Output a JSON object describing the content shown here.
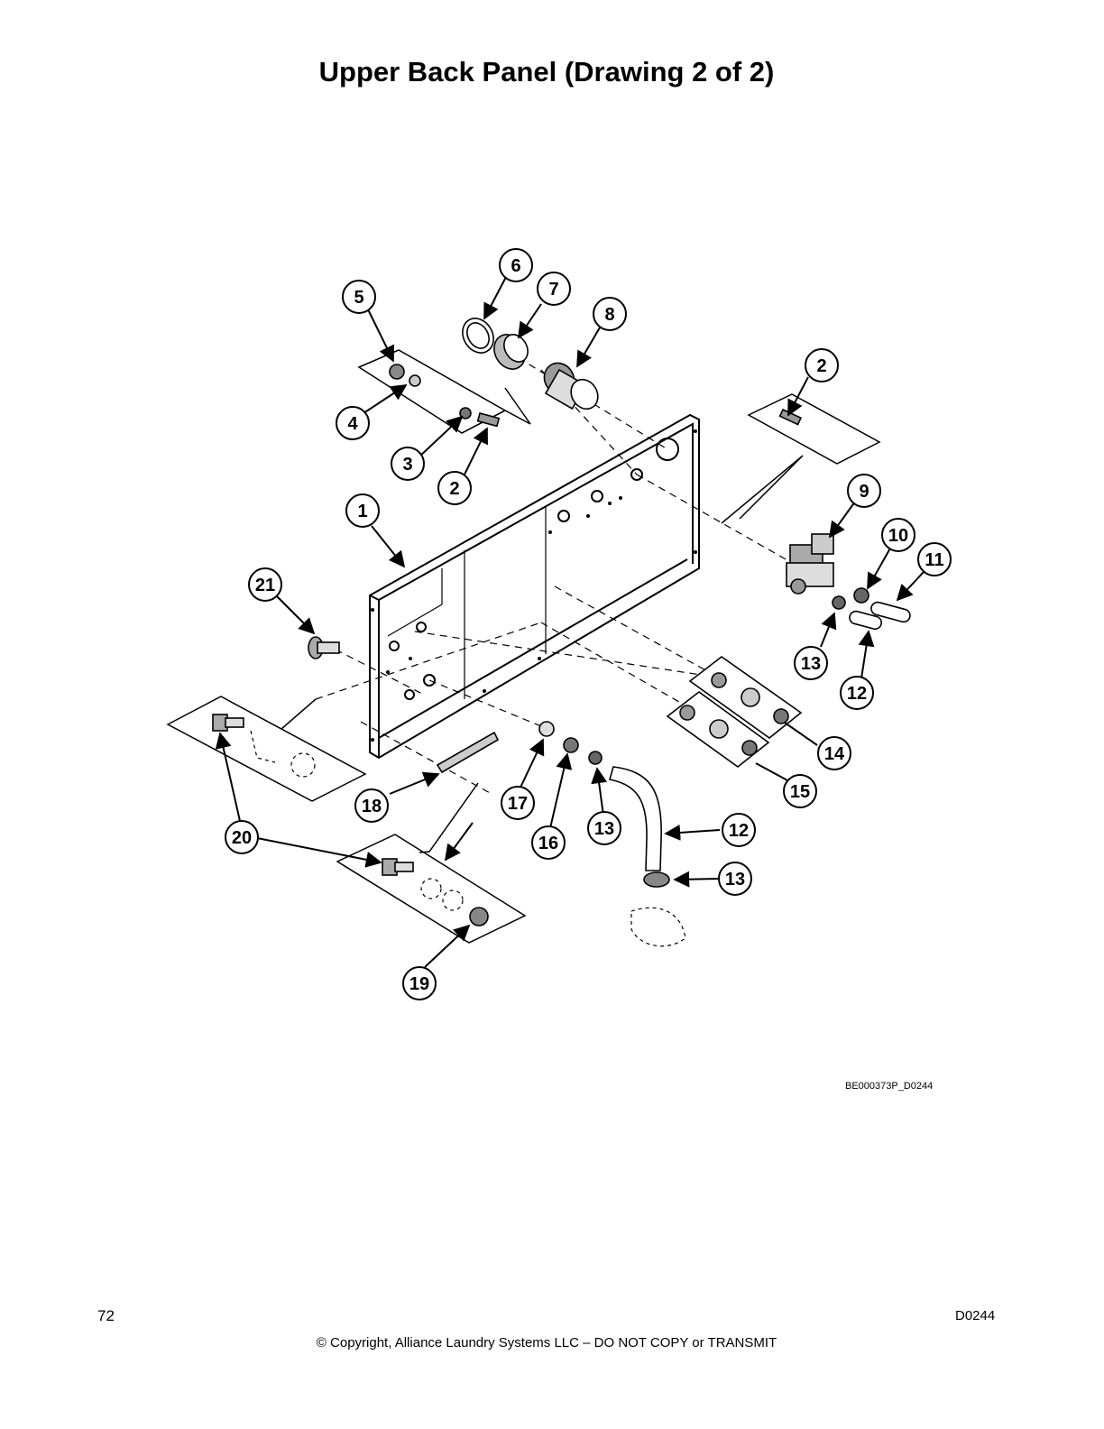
{
  "page_title": "Upper Back Panel (Drawing 2 of 2)",
  "callouts": [
    "6",
    "7",
    "5",
    "8",
    "2",
    "4",
    "3",
    "2",
    "9",
    "1",
    "10",
    "11",
    "21",
    "13",
    "12",
    "14",
    "15",
    "18",
    "17",
    "16",
    "13",
    "12",
    "20",
    "13",
    "19"
  ],
  "drawing_id": "BE000373P_D0244",
  "footer": {
    "page_number": "72",
    "copyright": "© Copyright, Alliance Laundry Systems LLC – DO NOT COPY or TRANSMIT",
    "doc_code": "D0244"
  }
}
